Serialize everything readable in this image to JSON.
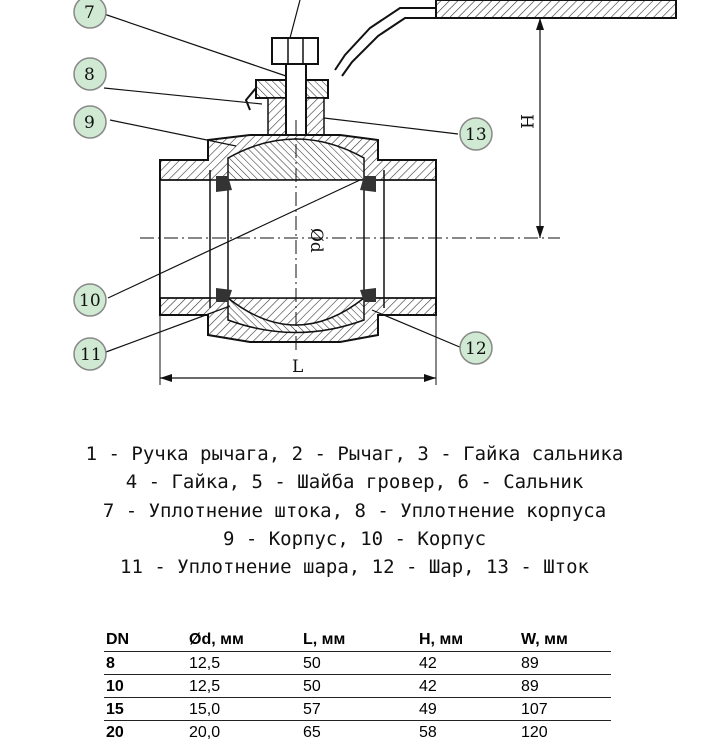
{
  "diagram": {
    "callouts": [
      "7",
      "8",
      "9",
      "13",
      "10",
      "11",
      "12"
    ],
    "dimensions": {
      "height": "H",
      "length": "L",
      "diameter": "Ød"
    },
    "colors": {
      "callout_fill": "#cfe9d2",
      "line": "#111111"
    }
  },
  "legend": {
    "lines": [
      "1 - Ручка рычага, 2 - Рычаг, 3 - Гайка сальника",
      "4 - Гайка, 5 - Шайба гровер, 6 - Сальник",
      "7 - Уплотнение штока, 8 - Уплотнение корпуса",
      "9 - Корпус, 10 - Корпус",
      "11 - Уплотнение шара, 12 - Шар, 13 - Шток"
    ]
  },
  "table": {
    "headers": [
      "DN",
      "Ød, мм",
      "L, мм",
      "H, мм",
      "W, мм"
    ],
    "rows": [
      [
        "8",
        "12,5",
        "50",
        "42",
        "89"
      ],
      [
        "10",
        "12,5",
        "50",
        "42",
        "89"
      ],
      [
        "15",
        "15,0",
        "57",
        "49",
        "107"
      ],
      [
        "20",
        "20,0",
        "65",
        "58",
        "120"
      ]
    ]
  }
}
